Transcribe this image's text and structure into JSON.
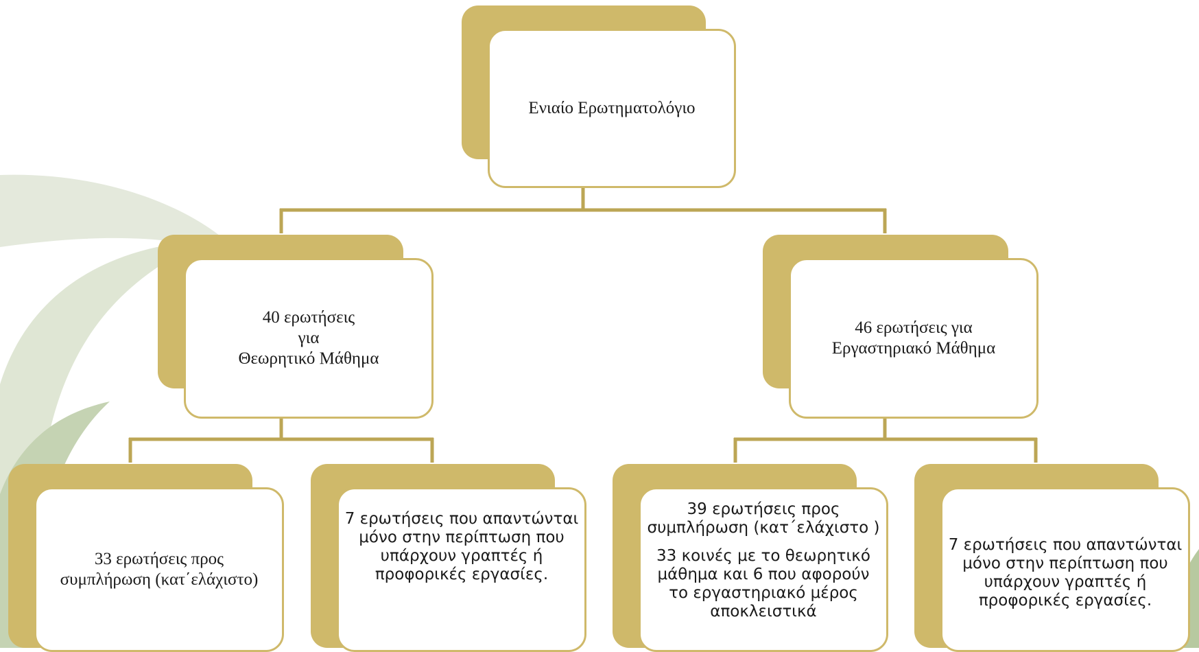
{
  "colors": {
    "accent": "#cfb96a",
    "connector": "#bca655",
    "card_bg": "#ffffff",
    "bg_leaf_light": "#e4e9dc",
    "bg_leaf_mid": "#cdd8bf",
    "bg_leaf_dark": "#a9bd90"
  },
  "root": {
    "lines": [
      "Ενιαίο Ερωτηματολόγιο"
    ]
  },
  "left_branch": {
    "lines": [
      "40 ερωτήσεις",
      "για",
      "Θεωρητικό Μάθημα"
    ],
    "children": [
      {
        "lines": [
          "33 ερωτήσεις προς",
          "συμπλήρωση  (κατ΄ελάχιστο)"
        ]
      },
      {
        "lines": [
          "7 ερωτήσεις που απαντώνται",
          "μόνο στην περίπτωση που",
          "υπάρχουν γραπτές ή",
          "προφορικές εργασίες."
        ]
      }
    ]
  },
  "right_branch": {
    "lines": [
      "46 ερωτήσεις για",
      "Εργαστηριακό Μάθημα"
    ],
    "children": [
      {
        "lines": [
          "39 ερωτήσεις  προς",
          "συμπλήρωση (κατ΄ελάχιστο )"
        ],
        "extra_lines": [
          "33 κοινές με το θεωρητικό",
          "μάθημα και 6 που αφορούν",
          "το εργαστηριακό μέρος",
          "αποκλειστικά"
        ]
      },
      {
        "lines": [
          "7 ερωτήσεις που απαντώνται",
          "μόνο στην περίπτωση που",
          "υπάρχουν γραπτές ή",
          "προφορικές εργασίες."
        ]
      }
    ]
  }
}
